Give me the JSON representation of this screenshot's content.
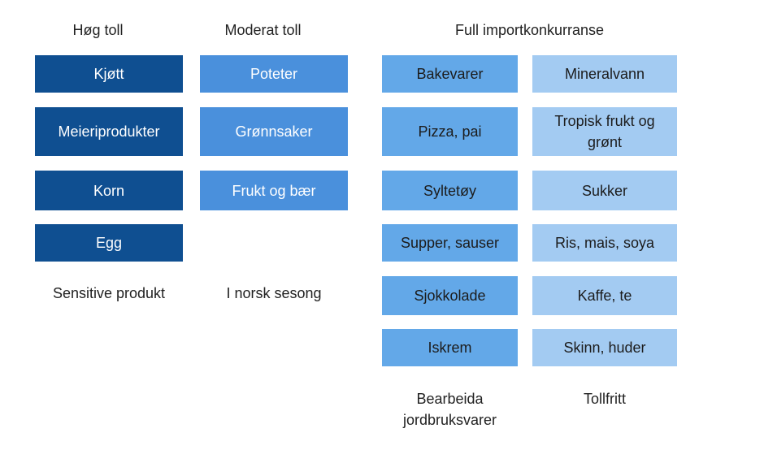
{
  "columns": [
    {
      "heading": "Høg toll",
      "items": [
        "Kjøtt",
        "Meieriprodukter",
        "Korn",
        "Egg"
      ],
      "footer": "Sensitive produkt",
      "color": "#0f4f91"
    },
    {
      "heading": "Moderat toll",
      "items": [
        "Poteter",
        "Grønnsaker",
        "Frukt og bær"
      ],
      "footer": "I norsk sesong",
      "color": "#4a90dc"
    },
    {
      "items": [
        "Bakevarer",
        "Pizza, pai",
        "Syltetøy",
        "Supper, sauser",
        "Sjokkolade",
        "Iskrem"
      ],
      "footer": "Bearbeida jordbruksvarer",
      "color": "#63a8e8"
    },
    {
      "items": [
        "Mineralvann",
        "Tropisk frukt og grønt",
        "Sukker",
        "Ris, mais, soya",
        "Kaffe, te",
        "Skinn, huder"
      ],
      "footer": "Tollfritt",
      "color": "#a3cbf2"
    }
  ],
  "group_heading": "Full importkonkurranse"
}
